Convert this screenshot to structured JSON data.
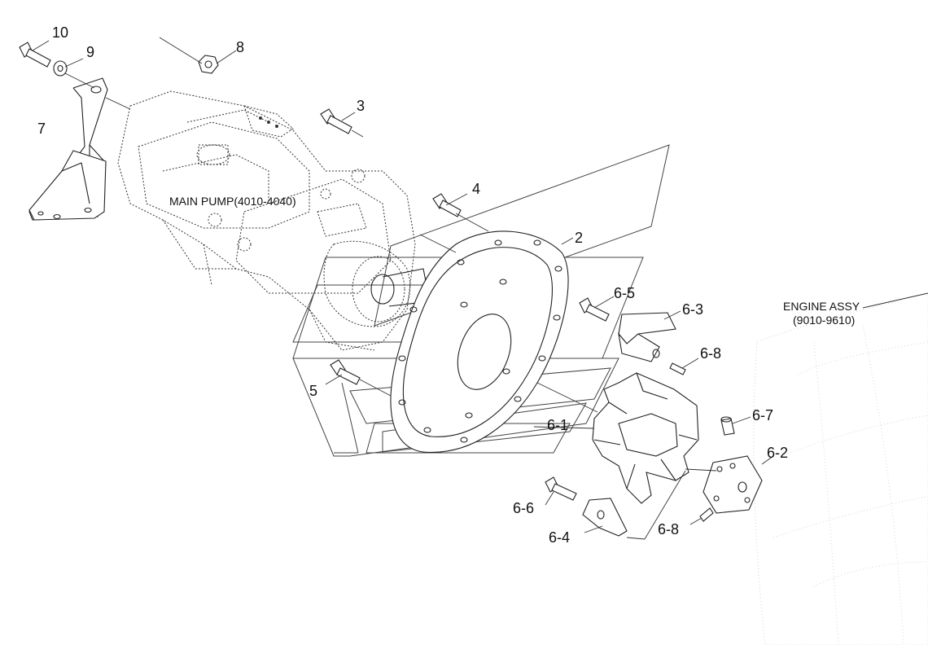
{
  "labels": {
    "main_pump": "MAIN PUMP(4010-4040)",
    "engine_assy_line1": "ENGINE ASSY",
    "engine_assy_line2": "(9010-9610)"
  },
  "callouts": [
    "10",
    "9",
    "8",
    "7",
    "3",
    "4",
    "2",
    "6-5",
    "6-3",
    "6-8",
    "5",
    "6-7",
    "6-1",
    "6-2",
    "6-6",
    "6-4",
    "6-8"
  ]
}
